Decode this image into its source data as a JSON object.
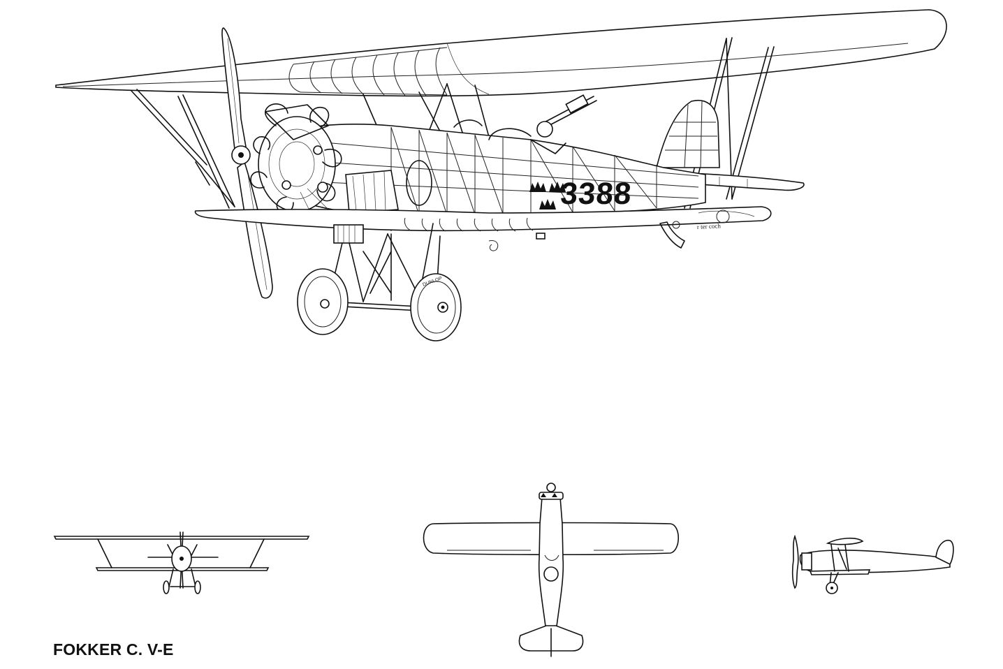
{
  "caption": {
    "title": "FOKKER C. V-E"
  },
  "markings": {
    "serial": "3388",
    "artist_signature": "r ter coch",
    "tyre_brand": "DUNLOP"
  },
  "views": [
    "cutaway-perspective",
    "front-view",
    "plan-view",
    "side-view"
  ],
  "colors": {
    "ink": "#111111",
    "paper": "#ffffff"
  }
}
